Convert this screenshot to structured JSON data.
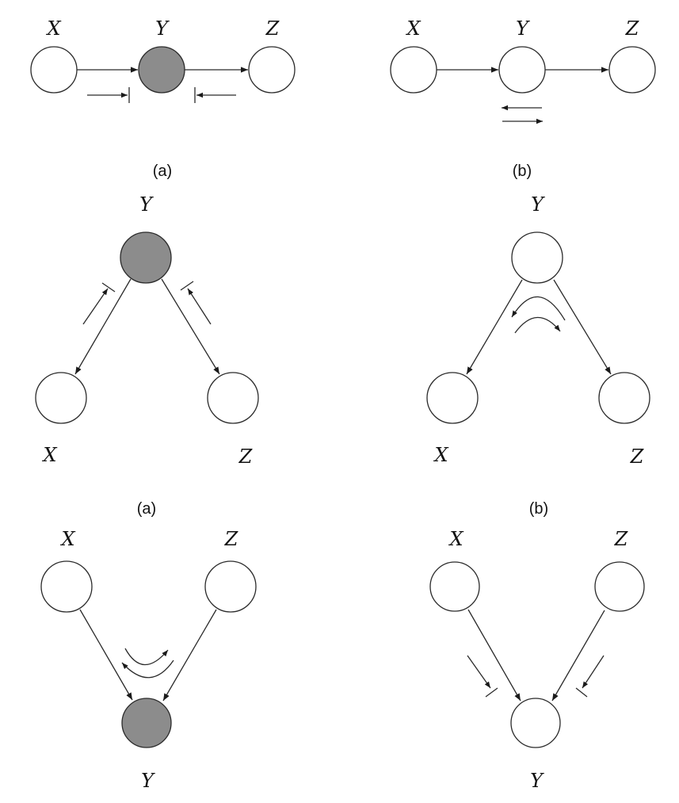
{
  "colors": {
    "observed_fill": "#8c8c8c",
    "unobserved_fill": "#ffffff",
    "stroke": "#2a2a2a",
    "text": "#111111"
  },
  "panels": [
    {
      "structure": "chain",
      "caption": "(a)",
      "observed": "Y",
      "flow": "blocked",
      "nodes": [
        {
          "id": "X",
          "label": "X"
        },
        {
          "id": "Y",
          "label": "Y"
        },
        {
          "id": "Z",
          "label": "Z"
        }
      ],
      "edges": [
        {
          "from": "X",
          "to": "Y"
        },
        {
          "from": "Y",
          "to": "Z"
        }
      ]
    },
    {
      "structure": "chain",
      "caption": "(b)",
      "observed": null,
      "flow": "active",
      "nodes": [
        {
          "id": "X",
          "label": "X"
        },
        {
          "id": "Y",
          "label": "Y"
        },
        {
          "id": "Z",
          "label": "Z"
        }
      ],
      "edges": [
        {
          "from": "X",
          "to": "Y"
        },
        {
          "from": "Y",
          "to": "Z"
        }
      ]
    },
    {
      "structure": "common-cause",
      "caption": "(a)",
      "observed": "Y",
      "flow": "blocked",
      "nodes": [
        {
          "id": "Y",
          "label": "Y"
        },
        {
          "id": "X",
          "label": "X"
        },
        {
          "id": "Z",
          "label": "Z"
        }
      ],
      "edges": [
        {
          "from": "Y",
          "to": "X"
        },
        {
          "from": "Y",
          "to": "Z"
        }
      ]
    },
    {
      "structure": "common-cause",
      "caption": "(b)",
      "observed": null,
      "flow": "active",
      "nodes": [
        {
          "id": "Y",
          "label": "Y"
        },
        {
          "id": "X",
          "label": "X"
        },
        {
          "id": "Z",
          "label": "Z"
        }
      ],
      "edges": [
        {
          "from": "Y",
          "to": "X"
        },
        {
          "from": "Y",
          "to": "Z"
        }
      ]
    },
    {
      "structure": "common-effect",
      "observed": "Y",
      "flow": "active",
      "nodes": [
        {
          "id": "X",
          "label": "X"
        },
        {
          "id": "Z",
          "label": "Z"
        },
        {
          "id": "Y",
          "label": "Y"
        }
      ],
      "edges": [
        {
          "from": "X",
          "to": "Y"
        },
        {
          "from": "Z",
          "to": "Y"
        }
      ]
    },
    {
      "structure": "common-effect",
      "observed": null,
      "flow": "blocked",
      "nodes": [
        {
          "id": "X",
          "label": "X"
        },
        {
          "id": "Z",
          "label": "Z"
        },
        {
          "id": "Y",
          "label": "Y"
        }
      ],
      "edges": [
        {
          "from": "X",
          "to": "Y"
        },
        {
          "from": "Z",
          "to": "Y"
        }
      ]
    }
  ]
}
